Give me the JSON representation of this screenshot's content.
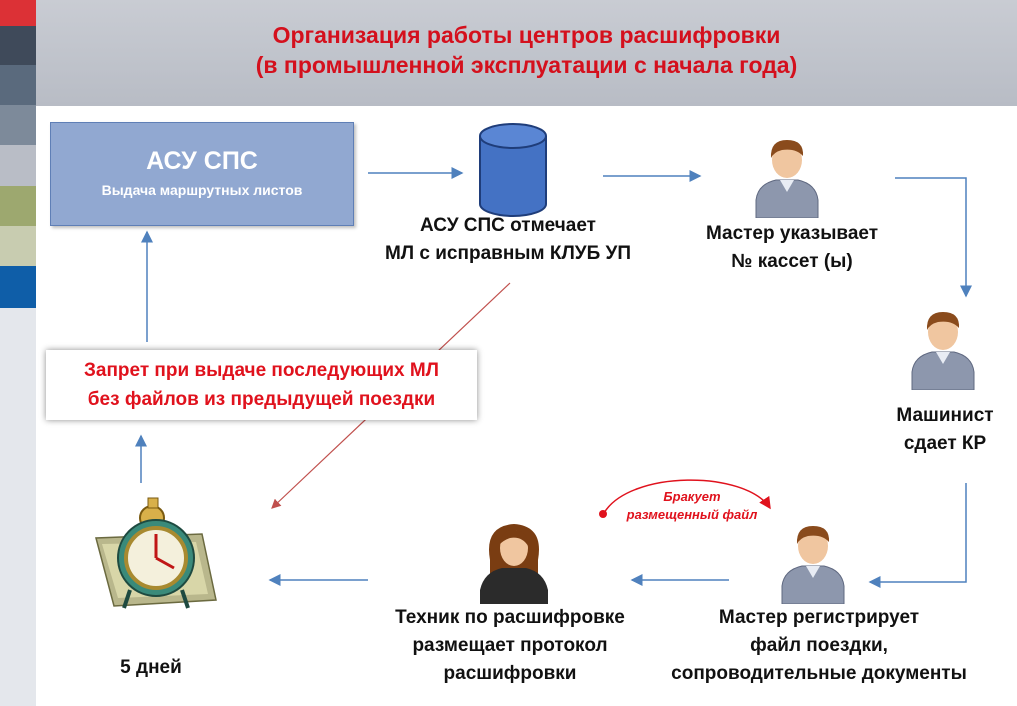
{
  "header": {
    "title_line1": "Организация работы центров расшифровки",
    "title_line2": "(в промышленной эксплуатации с начала года)"
  },
  "colors": {
    "title": "#d4101d",
    "system_box": "#91a8d1",
    "arrows": "#4f81bd",
    "warning_text": "#e0121d",
    "database": "#4472c4",
    "stripes": [
      "#dc3136",
      "#3f4a5a",
      "#5a6a7d",
      "#6b7c8f",
      "#8b96a4",
      "#b9bdc6",
      "#9da86f",
      "#c8ccb0",
      "#0f5ea8",
      "#d8dce4"
    ]
  },
  "nodes": {
    "asu_sps": {
      "title": "АСУ СПС",
      "subtitle": "Выдача маршрутных листов"
    },
    "db_label": {
      "line1": "АСУ СПС отмечает",
      "line2": "МЛ с исправным КЛУБ УП",
      "icon": "database-icon"
    },
    "master_indicates": {
      "line1": "Мастер указывает",
      "line2": "№ кассет (ы)",
      "icon": "man-icon"
    },
    "driver": {
      "line1": "Машинист",
      "line2": "сдает КР",
      "icon": "man-icon"
    },
    "master_registers": {
      "line1": "Мастер регистрирует",
      "line2": "файл поездки,",
      "line3": "сопроводительные документы",
      "icon": "man-icon"
    },
    "technician": {
      "line1": "Техник по расшифровке",
      "line2": "размещает протокол",
      "line3": "расшифровки",
      "icon": "woman-icon"
    },
    "timer": {
      "label": "5 дней",
      "icon": "alarm-clock-icon"
    },
    "ban": {
      "line1": "Запрет при выдаче последующих МЛ",
      "line2": "без файлов из предыдущей поездки"
    },
    "reject": {
      "line1": "Бракует",
      "line2": "размещенный файл"
    }
  }
}
